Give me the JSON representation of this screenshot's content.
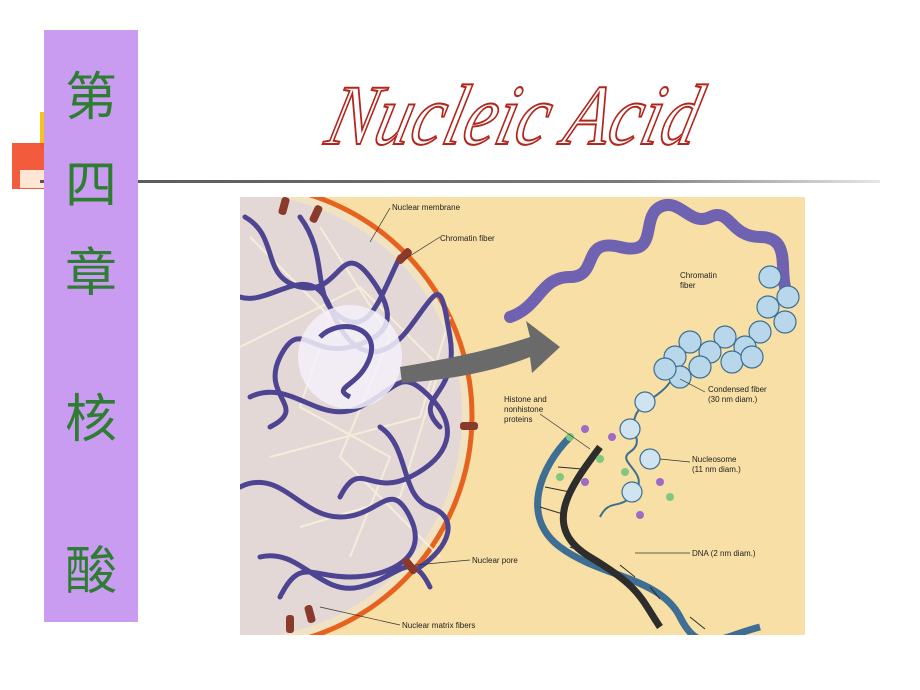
{
  "sidebar": {
    "chars": [
      "第",
      "四",
      "章",
      "核",
      "酸"
    ]
  },
  "title": "Nucleic Acid",
  "figure": {
    "labels": {
      "nuclear_membrane": "Nuclear membrane",
      "chromatin_fiber": "Chromatin fiber",
      "chromatin_fiber_right_1": "Chromatin",
      "chromatin_fiber_right_2": "fiber",
      "histone_1": "Histone and",
      "histone_2": "nonhistone",
      "histone_3": "proteins",
      "condensed_1": "Condensed fiber",
      "condensed_2": "(30 nm diam.)",
      "nucleosome_1": "Nucleosome",
      "nucleosome_2": "(11 nm diam.)",
      "dna": "DNA (2 nm diam.)",
      "nuclear_pore": "Nuclear pore",
      "nuclear_matrix": "Nuclear matrix fibers"
    }
  },
  "colors": {
    "sidebar_bg": "#c99cf2",
    "sidebar_text": "#2e7d32",
    "title_stroke": "#b3261e",
    "figure_bg": "#f8dfa5",
    "membrane": "#e8621f",
    "chromatin": "#5b4f9e"
  }
}
